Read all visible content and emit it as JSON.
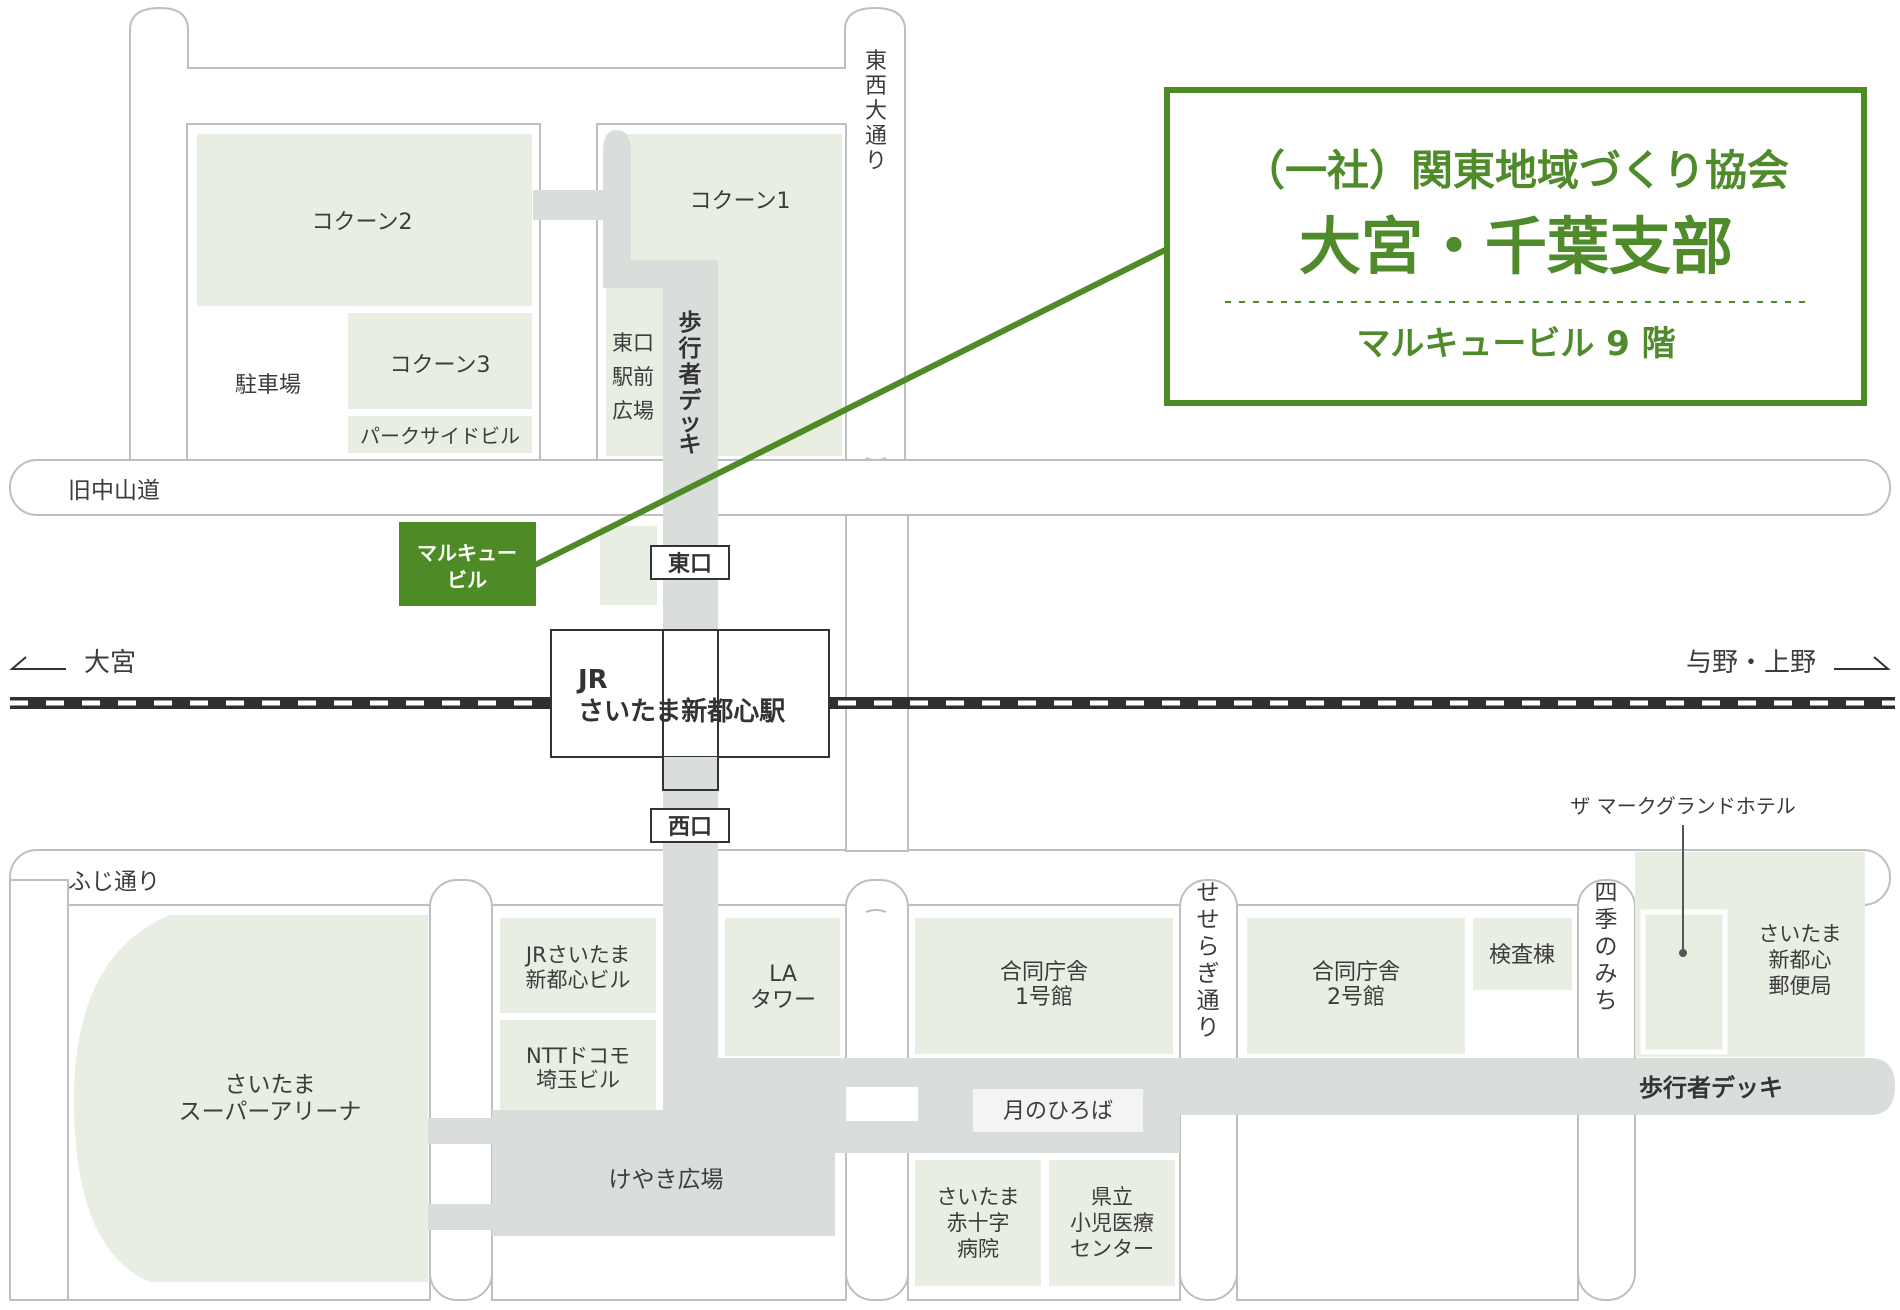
{
  "callout": {
    "org": "（一社）関東地域づくり協会",
    "branch": "大宮・千葉支部",
    "floor": "マルキュービル 9 階"
  },
  "target_building": {
    "line1": "マルキュー",
    "line2": "ビル"
  },
  "station": {
    "line1": "JR",
    "line2": "さいたま新都心駅",
    "east_exit": "東口",
    "west_exit": "西口"
  },
  "directions": {
    "left": "大宮",
    "right": "与野・上野"
  },
  "roads": {
    "kyu_nakasendo": "旧中山道",
    "fuji_dori": "ふじ通り",
    "tozai_odori": [
      "東",
      "西",
      "大",
      "通",
      "り"
    ],
    "seseragi_dori": [
      "せ",
      "せ",
      "ら",
      "ぎ",
      "通",
      "り"
    ],
    "shiki_no_michi": [
      "四",
      "季",
      "の",
      "み",
      "ち"
    ],
    "pedestrian_deck_v": [
      "歩",
      "行",
      "者",
      "デ",
      "ッ",
      "キ"
    ],
    "pedestrian_deck_h": "歩行者デッキ"
  },
  "buildings": {
    "cocoon2": "コクーン2",
    "cocoon1": "コクーン1",
    "cocoon3": "コクーン3",
    "parking": "駐車場",
    "park_side": "パークサイドビル",
    "east_plaza": [
      "東口",
      "駅前",
      "広場"
    ],
    "jr_saitama": [
      "JRさいたま",
      "新都心ビル"
    ],
    "ntt": [
      "NTTドコモ",
      "埼玉ビル"
    ],
    "la_tower": [
      "LA",
      "タワー"
    ],
    "arena": [
      "さいたま",
      "スーパーアリーナ"
    ],
    "keyaki": "けやき広場",
    "tsuki": "月のひろば",
    "govt1": [
      "合同庁舎",
      "1号館"
    ],
    "govt2": [
      "合同庁舎",
      "2号館"
    ],
    "kensa": "検査棟",
    "red_cross": [
      "さいたま",
      "赤十字",
      "病院"
    ],
    "children": [
      "県立",
      "小児医療",
      "センター"
    ],
    "post": [
      "さいたま",
      "新都心",
      "郵便局"
    ],
    "hotel": "ザ マークグランドホテル"
  },
  "colors": {
    "road_stroke": "#bfbfbf",
    "block_fill": "#e8eee2",
    "deck_fill": "#d9dedb",
    "accent_green": "#4e8a26",
    "rail": "#333333"
  }
}
